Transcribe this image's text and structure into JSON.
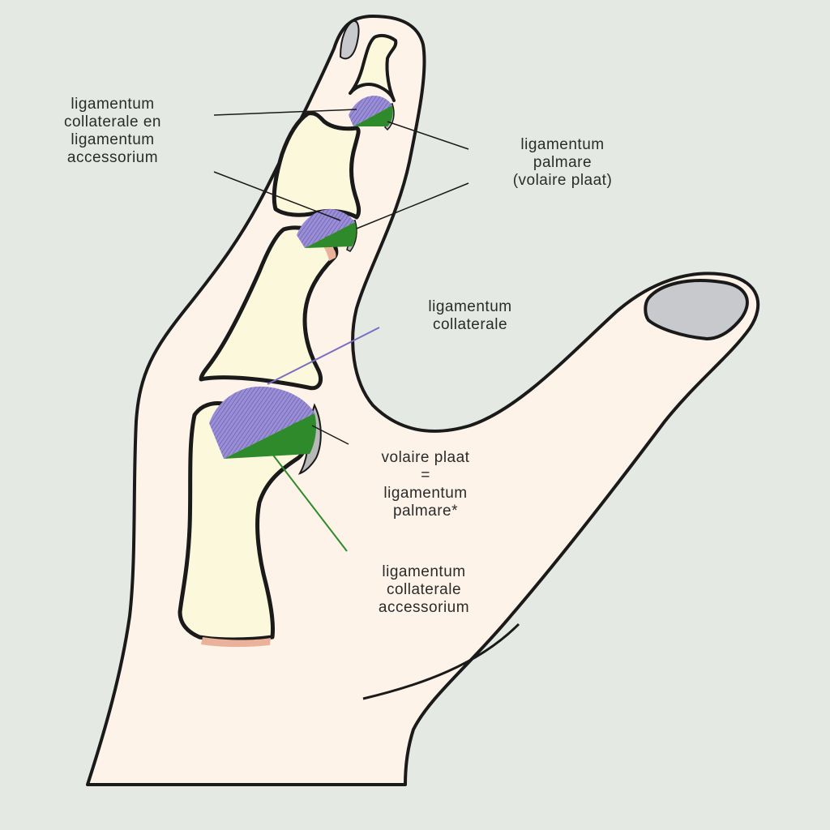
{
  "labels": {
    "collateral_accessory_top": [
      "ligamentum",
      "collaterale en",
      "ligamentum",
      "accessorium"
    ],
    "palmar_top": [
      "ligamentum",
      "palmare",
      "(volaire plaat)"
    ],
    "collateral_mid": [
      "ligamentum",
      "collaterale"
    ],
    "volar_plate": [
      "volaire plaat",
      "=",
      "ligamentum",
      "palmare*"
    ],
    "collateral_accessory_bottom": [
      "ligamentum",
      "collaterale",
      "accessorium"
    ]
  },
  "colors": {
    "background": "#e4eae3",
    "skin": "#fdf3e9",
    "bone": "#fbf8dc",
    "cartilage": "#eab29a",
    "nail": "#c7c9cd",
    "outline": "#1a1a1a",
    "collateral_ligament": "#8b7fc8",
    "accessory_ligament": "#2e8a2a",
    "volar_plate": "#b8b8b8"
  }
}
